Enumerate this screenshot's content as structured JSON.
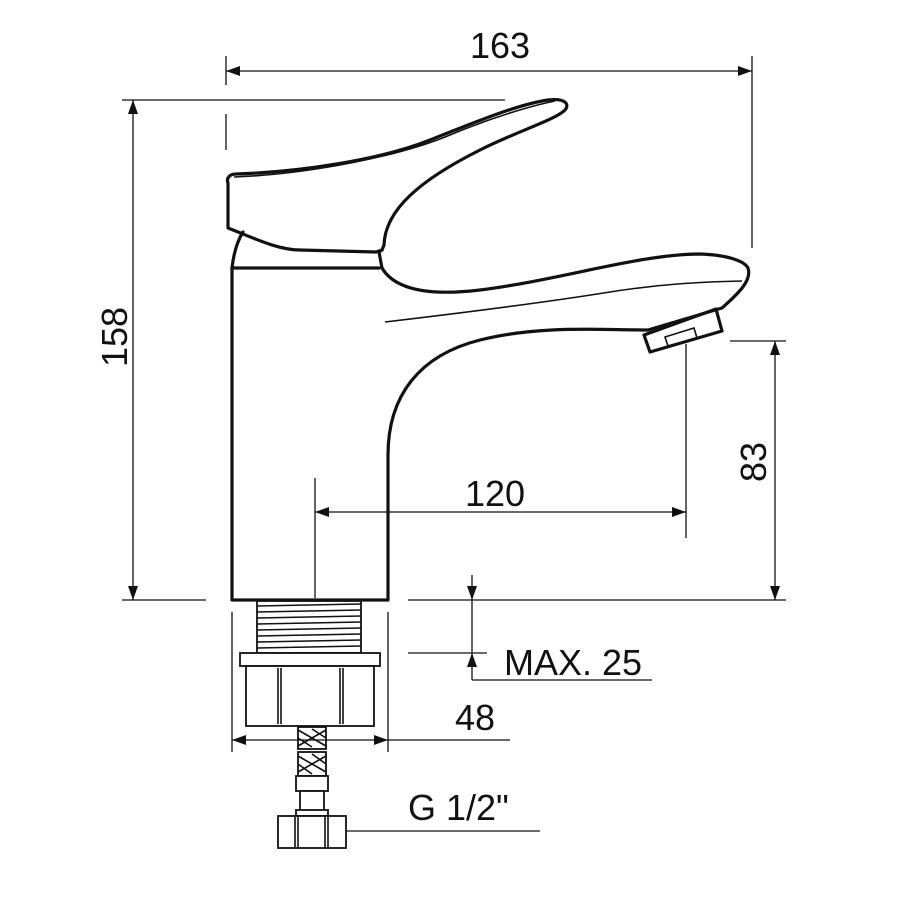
{
  "drawing": {
    "subject": "single-lever basin faucet, side elevation",
    "line_color": "#111111",
    "background": "#ffffff"
  },
  "dimensions": {
    "overall_width": "163",
    "overall_height": "158",
    "spout_reach": "120",
    "spout_clearance_height": "83",
    "max_mounting_thickness": "MAX. 25",
    "base_diameter": "48",
    "connection_thread": "G 1/2\""
  },
  "icons": {
    "arrowhead": "filled-triangle"
  }
}
